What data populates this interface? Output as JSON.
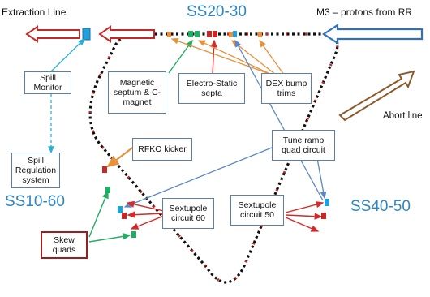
{
  "labels": {
    "extraction_line": "Extraction Line",
    "ss20_30": "SS20-30",
    "m3_protons": "M3 – protons from RR",
    "spill_monitor": "Spill Monitor",
    "magnetic_septum": "Magnetic septum & C-magnet",
    "electro_static_septa": "Electro-Static septa",
    "dex_bump_trims": "DEX bump trims",
    "abort_line": "Abort line",
    "rfko_kicker": "RFKO kicker",
    "tune_ramp": "Tune ramp quad circuit",
    "spill_regulation": "Spill Regulation system",
    "ss10_60": "SS10-60",
    "sextupole_60": "Sextupole circuit 60",
    "sextupole_50": "Sextupole circuit 50",
    "ss40_50": "SS40-50",
    "skew_quads": "Skew quads"
  },
  "colors": {
    "ring_dash": "#111111",
    "ring_magnet": "#c62828",
    "box_border": "#5b7fa8",
    "ss_label": "#2e86c1",
    "extraction_arrow": "#c62828",
    "m3_arrow": "#2e6fbf",
    "abort_arrow": "#8b5a2b",
    "leader_red": "#d62828",
    "leader_orange": "#e8903a",
    "leader_green": "#1fae62",
    "leader_blue": "#5a88c4",
    "leader_cyan": "#2ab3d6",
    "skew_border": "#9e1c1c"
  }
}
